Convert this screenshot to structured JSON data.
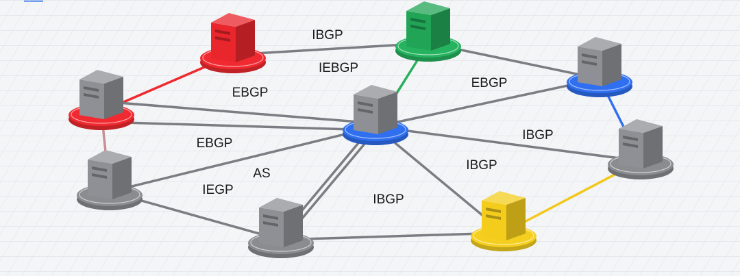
{
  "nodes": [
    {
      "id": "red-top",
      "color": "#e8262c",
      "disc": "#f02a30"
    },
    {
      "id": "green-top",
      "color": "#21a456",
      "disc": "#26b35f"
    },
    {
      "id": "left-upper",
      "color": "#8e9095",
      "disc": "#f02a30"
    },
    {
      "id": "center",
      "color": "#8e9095",
      "disc": "#2f6ff0"
    },
    {
      "id": "right-upper",
      "color": "#8e9095",
      "disc": "#2f6ff0"
    },
    {
      "id": "right-lower",
      "color": "#8e9095",
      "disc": "#8a8c90"
    },
    {
      "id": "left-lower",
      "color": "#8e9095",
      "disc": "#8a8c90"
    },
    {
      "id": "bottom",
      "color": "#8e9095",
      "disc": "#8a8c90"
    },
    {
      "id": "yellow",
      "color": "#f3cc1c",
      "disc": "#f5cf20"
    }
  ],
  "edges": [
    {
      "from": "red-top",
      "to": "green-top",
      "color": "#7b7d82"
    },
    {
      "from": "red-top",
      "to": "left-upper",
      "color": "#ee2a2e"
    },
    {
      "from": "green-top",
      "to": "center",
      "color": "#27b05c"
    },
    {
      "from": "green-top",
      "to": "right-upper",
      "color": "#7b7d82"
    },
    {
      "from": "right-upper",
      "to": "center",
      "color": "#7b7d82"
    },
    {
      "from": "right-upper",
      "to": "right-lower",
      "color": "#2f6ff0"
    },
    {
      "from": "left-upper",
      "to": "center",
      "color": "#7b7d82"
    },
    {
      "from": "left-upper",
      "to": "left-lower",
      "color": "#c98f92"
    },
    {
      "from": "left-lower",
      "to": "center",
      "color": "#7b7d82"
    },
    {
      "from": "left-lower",
      "to": "bottom",
      "color": "#7b7d82"
    },
    {
      "from": "bottom",
      "to": "center",
      "color": "#7b7d82"
    },
    {
      "from": "bottom",
      "to": "yellow",
      "color": "#7b7d82"
    },
    {
      "from": "center",
      "to": "yellow",
      "color": "#7b7d82"
    },
    {
      "from": "center",
      "to": "right-lower",
      "color": "#7b7d82"
    },
    {
      "from": "yellow",
      "to": "right-lower",
      "color": "#f2c81c"
    }
  ],
  "labels": [
    "IBGP",
    "IEBGP",
    "EBGP",
    "EBGP",
    "EBGP",
    "IBGP",
    "IBGP",
    "AS",
    "IEGP",
    "IBGP"
  ]
}
